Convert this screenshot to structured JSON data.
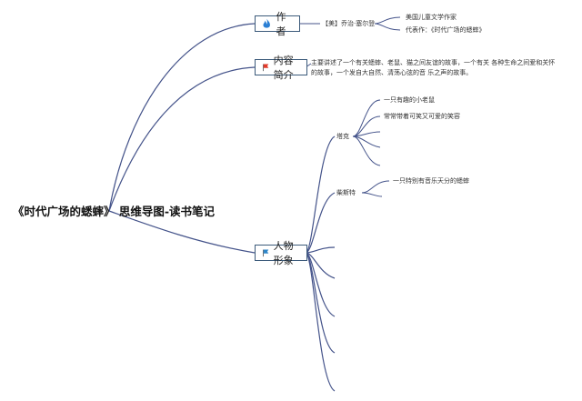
{
  "root": {
    "title": "《时代广场的蟋蟀》 思维导图-读书笔记"
  },
  "author": {
    "label": "作者",
    "name": "【美】乔治·塞尔登",
    "details": [
      "美国儿童文学作家",
      "代表作：《时代广场的蟋蟀》"
    ]
  },
  "summary": {
    "label": "内容简介",
    "text": "主要讲述了一个有关蟋蟀、老鼠、猫之间友谊的故事，一个有关 各种生命之间爱和关怀的故事，一个发自大自然、清荡心弦的音 乐之声的故事。"
  },
  "characters": {
    "label": "人物形象",
    "tucker": {
      "name": "塔克",
      "traits": [
        "一只有趣的小老鼠",
        "常常带着可笑又可爱的笑容"
      ]
    },
    "chester": {
      "name": "柴斯特",
      "traits": [
        "一只特别有音乐天分的蟋蟀"
      ]
    }
  },
  "icons": {
    "author": "flame-icon",
    "summary": "red-flag-icon",
    "characters": "blue-flag-icon"
  },
  "colors": {
    "line": "#44538a",
    "flame": "#2a7fd4",
    "red_flag": "#e23a2a",
    "blue_flag": "#2f86c9"
  }
}
